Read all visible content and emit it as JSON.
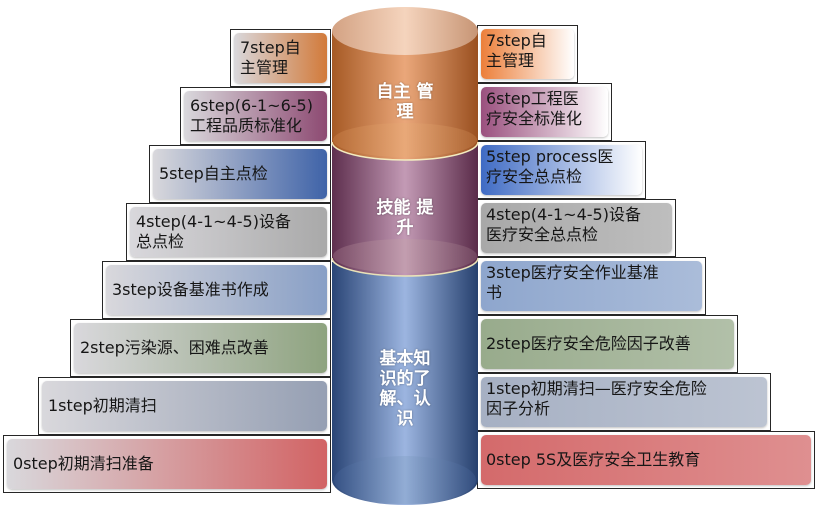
{
  "left_steps": [
    {
      "label": "7step自\n主管理",
      "color": "#d27a3a"
    },
    {
      "label": "6step(6-1~6-5)\n工程品质标准化",
      "color": "#8d4a72"
    },
    {
      "label": "5step自主点检",
      "color": "#3f63a8"
    },
    {
      "label": "4step(4-1~4-5)设备\n总点检",
      "color": "#a9a9a9"
    },
    {
      "label": "3step设备基准书作成",
      "color": "#889fc6"
    },
    {
      "label": "2step污染源、困难点改善",
      "color": "#8ea37f"
    },
    {
      "label": "1step初期清扫",
      "color": "#959fb3"
    },
    {
      "label": "0step初期清扫准备",
      "color": "#d26364"
    }
  ],
  "right_steps": [
    {
      "label": "7step自\n主管理",
      "color": "#ec7f3a"
    },
    {
      "label": "6step工程医\n疗安全标准化",
      "color": "#9a507e"
    },
    {
      "label": "5step process医\n疗安全总点检",
      "color": "#3f6bc4"
    },
    {
      "label": "4step(4-1~4-5)设备\n医疗安全总点检",
      "color": "#a8a8a8"
    },
    {
      "label": "3step医疗安全作业基准\n书",
      "color": "#8ea6cd"
    },
    {
      "label": "2step医疗安全危险因子改善",
      "color": "#98ab8c"
    },
    {
      "label": "1step初期清扫—医疗安全危险\n因子分析",
      "color": "#a6b0c3"
    },
    {
      "label": "0step 5S及医疗安全卫生教育",
      "color": "#d46a6b"
    }
  ],
  "cylinder": {
    "top": {
      "label": "自主\n管理",
      "color": "#c8773e"
    },
    "middle": {
      "label": "技能\n提升",
      "color": "#8a4f74"
    },
    "bottom": {
      "label": "基本知\n识的了\n解、认\n识",
      "color": "#4a6aa3"
    }
  }
}
